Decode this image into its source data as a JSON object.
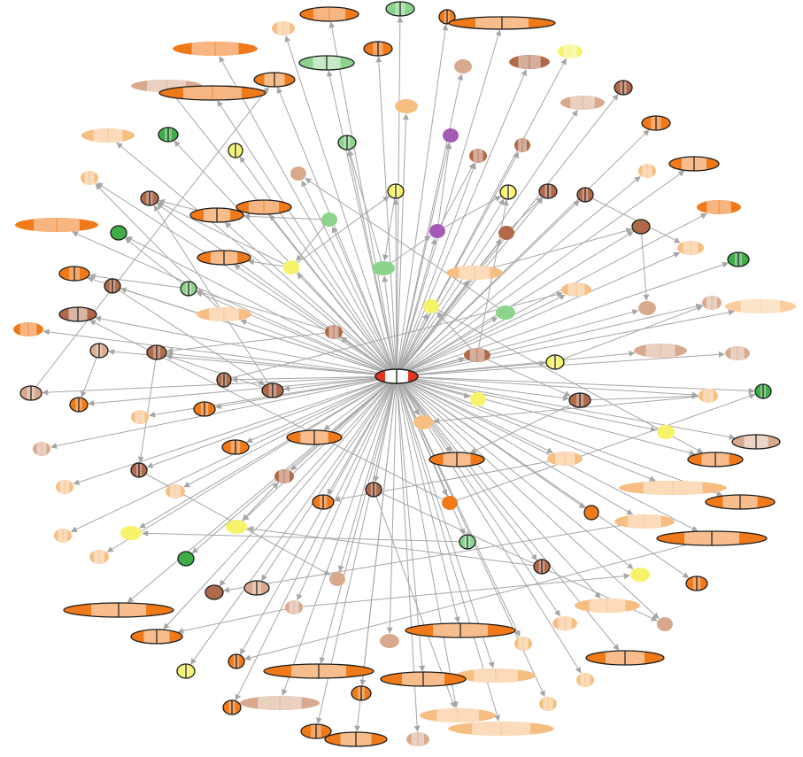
{
  "diagram": {
    "kind": "radial network graph",
    "colors": {
      "edge": "#a6a6a6",
      "outline": "#1a1a1a",
      "orange": "#f07a1a",
      "light_orange": "#f7be82",
      "pale_orange": "#f9cd9c",
      "tan": "#d9a98d",
      "brown": "#b06a4a",
      "yellow": "#f6f36a",
      "green": "#8cd48c",
      "dark_green": "#3fae48",
      "purple": "#a55bb5",
      "red": "#e2361e",
      "white": "#ffffff"
    },
    "hub_node": {
      "name": "central-hub-node",
      "fill": "red"
    }
  }
}
